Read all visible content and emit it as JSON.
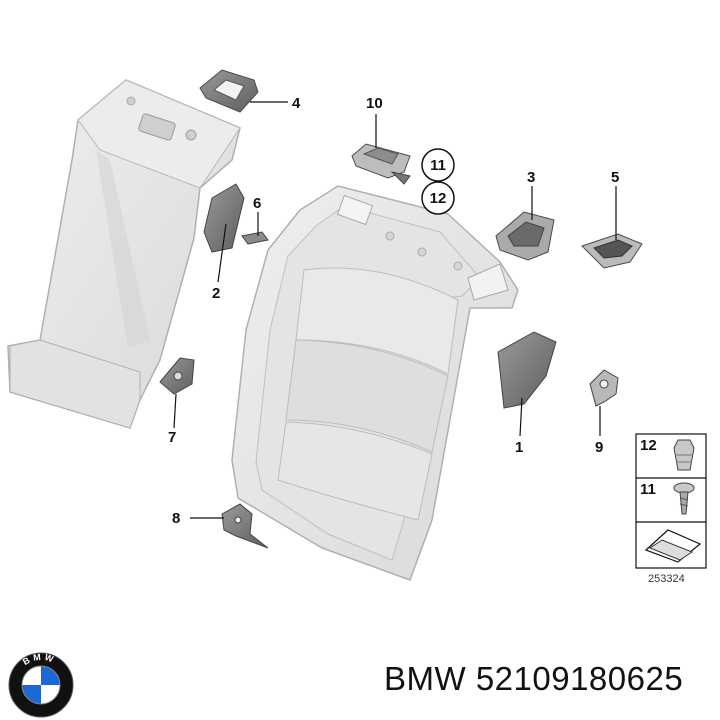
{
  "callouts": {
    "c1": "1",
    "c2": "2",
    "c3": "3",
    "c4": "4",
    "c5": "5",
    "c6": "6",
    "c7": "7",
    "c8": "8",
    "c9": "9",
    "c10": "10",
    "c11": "11",
    "c12": "12"
  },
  "legend": {
    "item_12": "12",
    "item_11": "11",
    "diagram_number": "253324"
  },
  "footer": {
    "brand": "BMW",
    "part_number": "52109180625",
    "label": "BMW 52109180625"
  },
  "logo": {
    "icon": "bmw-roundel-icon",
    "letters": "BMW",
    "colors": {
      "blue": "#1c69d4",
      "ring": "#111111",
      "white": "#ffffff"
    }
  },
  "colors": {
    "part_light": "#e8e8e8",
    "part_edge": "#b4b4b4",
    "part_dark": "#6e6e6e",
    "line": "#111111"
  }
}
